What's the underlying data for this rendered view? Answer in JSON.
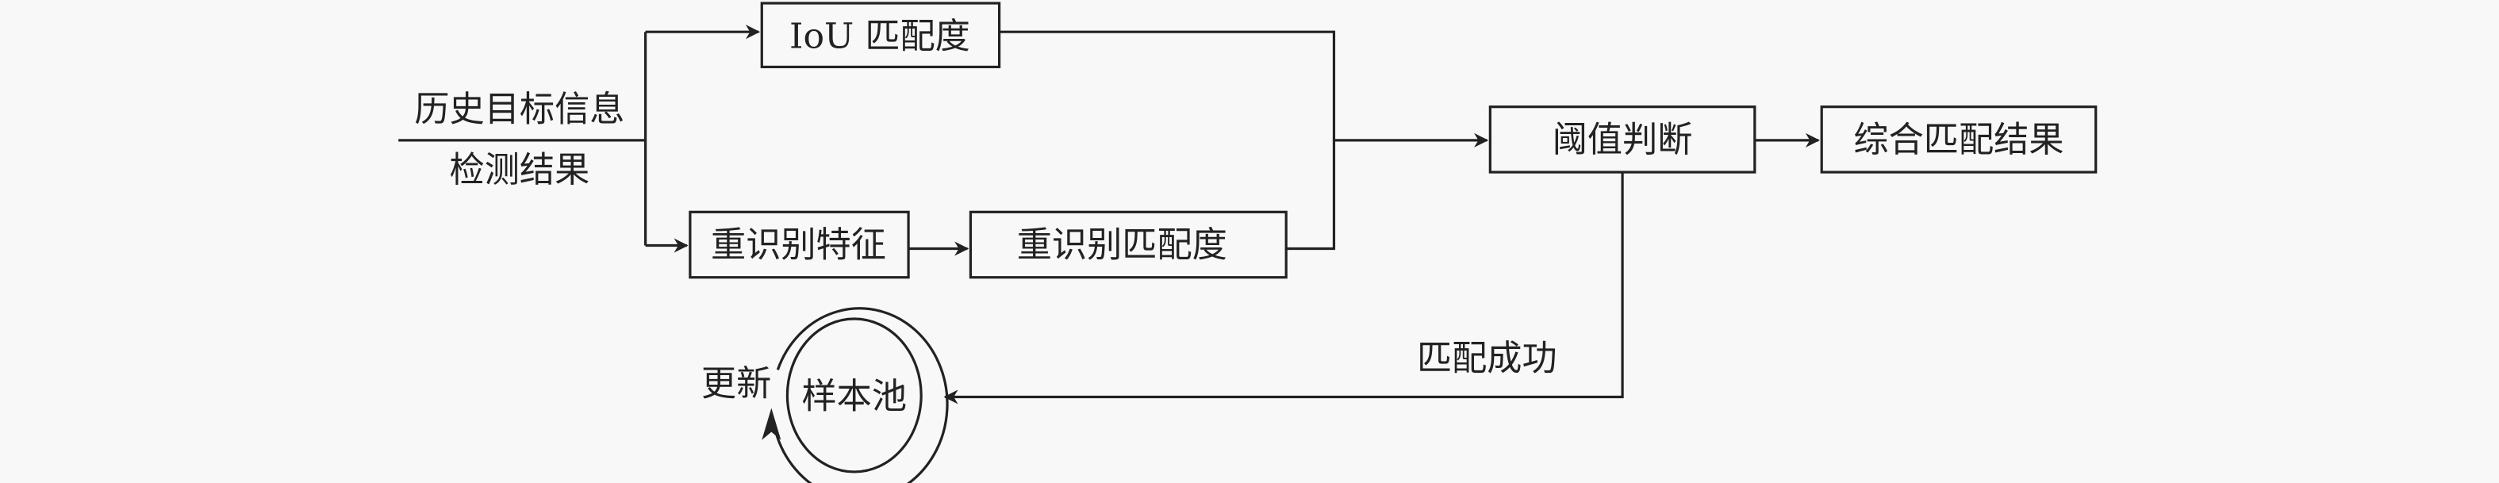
{
  "diagram": {
    "inputs": {
      "top": "历史目标信息",
      "bottom": "检测结果"
    },
    "nodes": {
      "iou": "IoU 匹配度",
      "reid_feature": "重识别特征",
      "reid_match": "重识别匹配度",
      "threshold": "阈值判断",
      "result": "综合匹配结果",
      "pool": "样本池"
    },
    "edge_labels": {
      "success": "匹配成功",
      "update": "更新"
    },
    "colors": {
      "line": "#222222",
      "background": "#f8f8f8"
    }
  }
}
